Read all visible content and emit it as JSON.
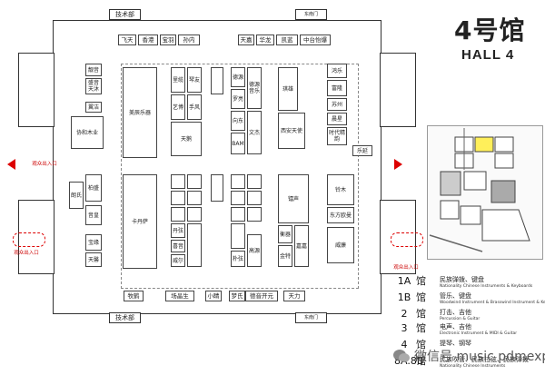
{
  "title": {
    "cn": "4号馆",
    "en": "HALL 4"
  },
  "top_gate": "技术部",
  "top_gate_right": "东南门",
  "bottom_gate": "技术部",
  "bottom_gate_right": "东南门",
  "entrances": {
    "left_top": "观众出入口",
    "left_bottom": "观众出入口",
    "right_bottom": "观众出入口"
  },
  "top_row": [
    "飞天",
    "香港",
    "宝羽",
    "孙内",
    "天嘉",
    "华龙",
    "凯蓝",
    "中台怡爆"
  ],
  "bottom_row": [
    "牧鹤",
    "场晶生",
    "小睛",
    "梦氏",
    "德音开元",
    "天力"
  ],
  "booths": {
    "b1": "靓音",
    "b2": "盛音天沐",
    "b3": "翼洁",
    "b4": "协和木业",
    "b5": "美辰乐器",
    "b6": "里缆",
    "b7": "琴友",
    "b8": "艺博",
    "b9": "手风",
    "b10": "天鹅",
    "b11": "德源",
    "b12": "罗亮",
    "b13": "向东",
    "b14": "BAM",
    "b15": "德源音乐",
    "b16": "文杰",
    "b17": "琪雄",
    "b18": "西安天使",
    "b19": "鸿乐",
    "b20": "富隆",
    "b21": "苏州",
    "b22": "晨星",
    "b23": "时代精韵",
    "b24": "乐延",
    "b25": "柏盛",
    "b26": "朗氏",
    "b27": "音皇",
    "b28": "宝缘",
    "b29": "天馨",
    "b30": "卡丹萨",
    "b31": "丹弦",
    "b32": "喜音",
    "b33": "威尔",
    "b34": "朴弦",
    "b35": "高源",
    "b36": "镭声",
    "b37": "衡器",
    "b38": "金特",
    "b39": "嘉嘉",
    "b40": "铃木",
    "b41": "东方欧曼",
    "b42": "威廉"
  },
  "legend": [
    {
      "num": "1A",
      "guan": "馆",
      "cn": "民族弹拨、键盘",
      "en": "Nationality Chinese Instruments & Keyboards"
    },
    {
      "num": "1B",
      "guan": "馆",
      "cn": "管乐、键盘",
      "en": "Woodwind Instrument & Brasswind Instrument & Keyboards"
    },
    {
      "num": "2",
      "guan": "馆",
      "cn": "打击、吉他",
      "en": "Percussion & Guitar"
    },
    {
      "num": "3",
      "guan": "馆",
      "cn": "电声、吉他",
      "en": "Electronic Instrument & MIDI & Guitar"
    },
    {
      "num": "4",
      "guan": "馆",
      "cn": "提琴、钢琴",
      "en": ""
    },
    {
      "num": "8A.8B",
      "guan": "馆",
      "cn": "民族吹管、民族拉弦、民族弹拨",
      "en": "Nationality Chinese Instruments"
    }
  ],
  "watermark": "微信号 music pdmexpo"
}
